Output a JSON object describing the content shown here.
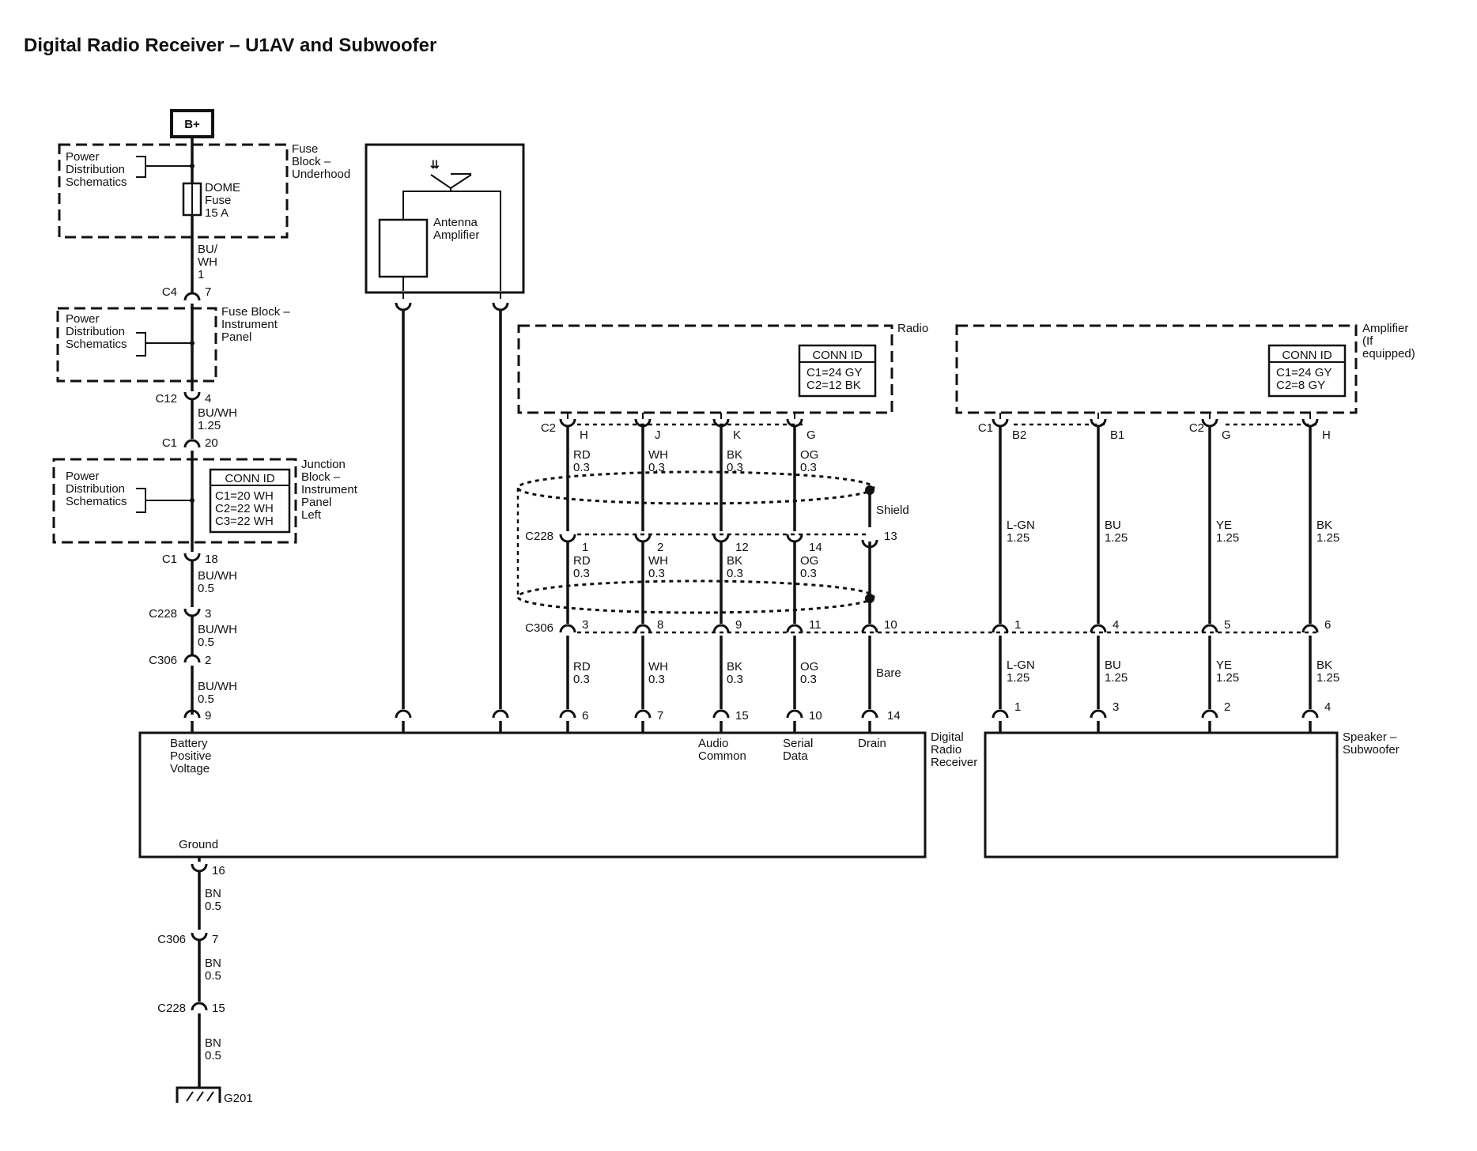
{
  "title": "Digital Radio Receiver – U1AV and Subwoofer",
  "left_circuit": {
    "power_source": "B+",
    "fuse_block_underhood": {
      "label": [
        "Fuse",
        "Block –",
        "Underhood"
      ],
      "ref": [
        "Power",
        "Distribution",
        "Schematics"
      ],
      "fuse": [
        "DOME",
        "Fuse",
        "15 A"
      ]
    },
    "wire1": [
      "BU/",
      "WH",
      "1"
    ],
    "c4": {
      "conn": "C4",
      "pin": "7"
    },
    "fuse_block_ip": {
      "label": [
        "Fuse Block –",
        "Instrument",
        "Panel"
      ],
      "ref": [
        "Power",
        "Distribution",
        "Schematics"
      ]
    },
    "c12": {
      "conn": "C12",
      "pin": "4"
    },
    "wire2": [
      "BU/WH",
      "1.25"
    ],
    "c1a": {
      "conn": "C1",
      "pin": "20"
    },
    "junction_block": {
      "label": [
        "Junction",
        "Block –",
        "Instrument",
        "Panel",
        "Left"
      ],
      "ref": [
        "Power",
        "Distribution",
        "Schematics"
      ],
      "conn_id_title": "CONN ID",
      "conn_id": [
        "C1=20 WH",
        "C2=22 WH",
        "C3=22 WH"
      ]
    },
    "c1b": {
      "conn": "C1",
      "pin": "18"
    },
    "wire3": [
      "BU/WH",
      "0.5"
    ],
    "c228": {
      "conn": "C228",
      "pin": "3"
    },
    "wire4": [
      "BU/WH",
      "0.5"
    ],
    "c306": {
      "conn": "C306",
      "pin": "2"
    },
    "wire5": [
      "BU/WH",
      "0.5"
    ],
    "rx_pin": "9"
  },
  "antenna": {
    "label": [
      "Antenna",
      "Amplifier"
    ]
  },
  "radio": {
    "label": "Radio",
    "conn_id_title": "CONN ID",
    "conn_id": [
      "C1=24 GY",
      "C2=12 BK"
    ],
    "top_conn": "C2",
    "mid_conn": "C228",
    "low_conn": "C306",
    "shield": "Shield",
    "wires": [
      {
        "pin_top": "H",
        "color": "RD",
        "gauge": "0.3",
        "pin_mid": "1",
        "pin_low": "3",
        "pin_rx": "6"
      },
      {
        "pin_top": "J",
        "color": "WH",
        "gauge": "0.3",
        "pin_mid": "2",
        "pin_low": "8",
        "pin_rx": "7"
      },
      {
        "pin_top": "K",
        "color": "BK",
        "gauge": "0.3",
        "pin_mid": "12",
        "pin_low": "9",
        "pin_rx": "15"
      },
      {
        "pin_top": "G",
        "color": "OG",
        "gauge": "0.3",
        "pin_mid": "14",
        "pin_low": "11",
        "pin_rx": "10"
      }
    ],
    "drain": {
      "pin_mid": "13",
      "pin_low": "10",
      "wire": "Bare",
      "pin_rx": "14"
    }
  },
  "amplifier": {
    "label": [
      "Amplifier",
      "(If",
      "equipped)"
    ],
    "conn_id_title": "CONN ID",
    "conn_id": [
      "C1=24 GY",
      "C2=8 GY"
    ],
    "conn_c1": "C1",
    "conn_c2": "C2",
    "wires": [
      {
        "pin_top": "B2",
        "color": "L-GN",
        "gauge": "1.25",
        "pin_low": "1",
        "pin_spk": "1"
      },
      {
        "pin_top": "B1",
        "color": "BU",
        "gauge": "1.25",
        "pin_low": "4",
        "pin_spk": "3"
      },
      {
        "pin_top": "G",
        "color": "YE",
        "gauge": "1.25",
        "pin_low": "5",
        "pin_spk": "2"
      },
      {
        "pin_top": "H",
        "color": "BK",
        "gauge": "1.25",
        "pin_low": "6",
        "pin_spk": "4"
      }
    ]
  },
  "receiver": {
    "label": [
      "Digital",
      "Radio",
      "Receiver"
    ],
    "battery": [
      "Battery",
      "Positive",
      "Voltage"
    ],
    "audio_common": [
      "Audio",
      "Common"
    ],
    "serial_data": [
      "Serial",
      "Data"
    ],
    "drain": "Drain",
    "ground": "Ground",
    "ground_pin": "16"
  },
  "speaker": {
    "label": [
      "Speaker –",
      "Subwoofer"
    ]
  },
  "ground_circuit": {
    "wire1": [
      "BN",
      "0.5"
    ],
    "c306": {
      "conn": "C306",
      "pin": "7"
    },
    "wire2": [
      "BN",
      "0.5"
    ],
    "c228": {
      "conn": "C228",
      "pin": "15"
    },
    "wire3": [
      "BN",
      "0.5"
    ],
    "ground": "G201"
  }
}
